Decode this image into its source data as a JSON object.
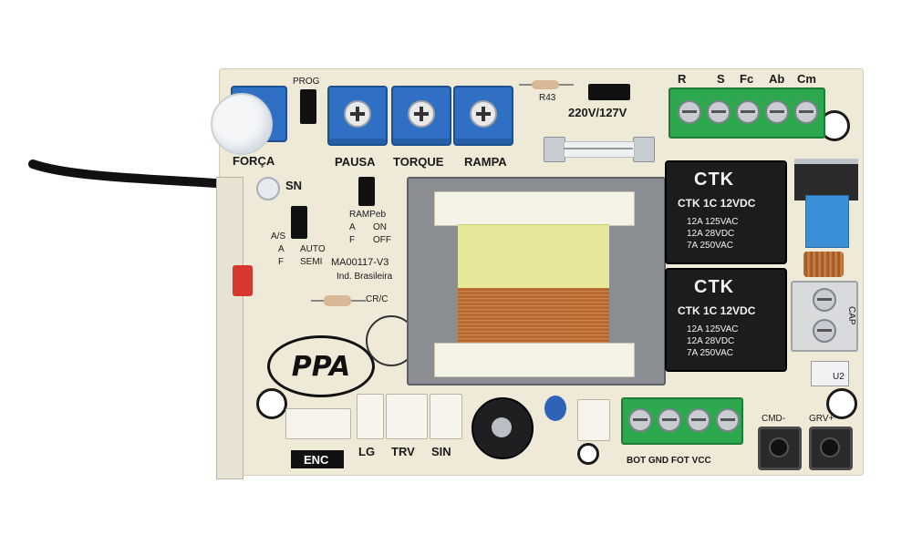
{
  "board": {
    "top_labels": {
      "r": "R",
      "s": "S",
      "fc": "Fc",
      "ab": "Ab",
      "cm": "Cm"
    },
    "voltage_label": "220V/127V",
    "r43_label": "R43",
    "prog_label": "PROG",
    "pot_labels": {
      "forca": "FORÇA",
      "pausa": "PAUSA",
      "torque": "TORQUE",
      "rampa": "RAMPA"
    },
    "sn_label": "SN",
    "rampeb": {
      "title": "RAMPeb",
      "on": "ON",
      "off": "OFF",
      "a": "A",
      "f": "F"
    },
    "as_block": {
      "title": "A/S",
      "a": "A",
      "auto": "AUTO",
      "f": "F",
      "semi": "SEMI"
    },
    "model_code": "MA00117-V3",
    "made_in": "Ind. Brasileira",
    "cr_label": "CR/C",
    "logo_text": "PPA",
    "relay_1": {
      "brand": "CTK",
      "model": "CTK 1C 12VDC",
      "spec_1": "12A 125VAC",
      "spec_2": "12A 28VDC",
      "spec_3": "7A 250VAC"
    },
    "relay_2": {
      "brand": "CTK",
      "model": "CTK 1C 12VDC",
      "spec_1": "12A 125VAC",
      "spec_2": "12A 28VDC",
      "spec_3": "7A 250VAC"
    },
    "cap_label": "CAP",
    "u2_label": "U2",
    "cmd_label": "CMD-",
    "grv_label": "GRV+",
    "bottom_labels": {
      "enc": "ENC",
      "lg": "LG",
      "trv": "TRV",
      "sin": "SIN"
    },
    "bottom_terminal_label": "BOT GND FOT VCC",
    "colors": {
      "pcb": "#efe9d8",
      "trimmer_blue": "#2f6fc4",
      "terminal_green": "#2ea84e",
      "relay_black": "#1b1c1e",
      "coil_copper": "#c77a3d",
      "transformer_yellow": "#e7e79a"
    }
  }
}
